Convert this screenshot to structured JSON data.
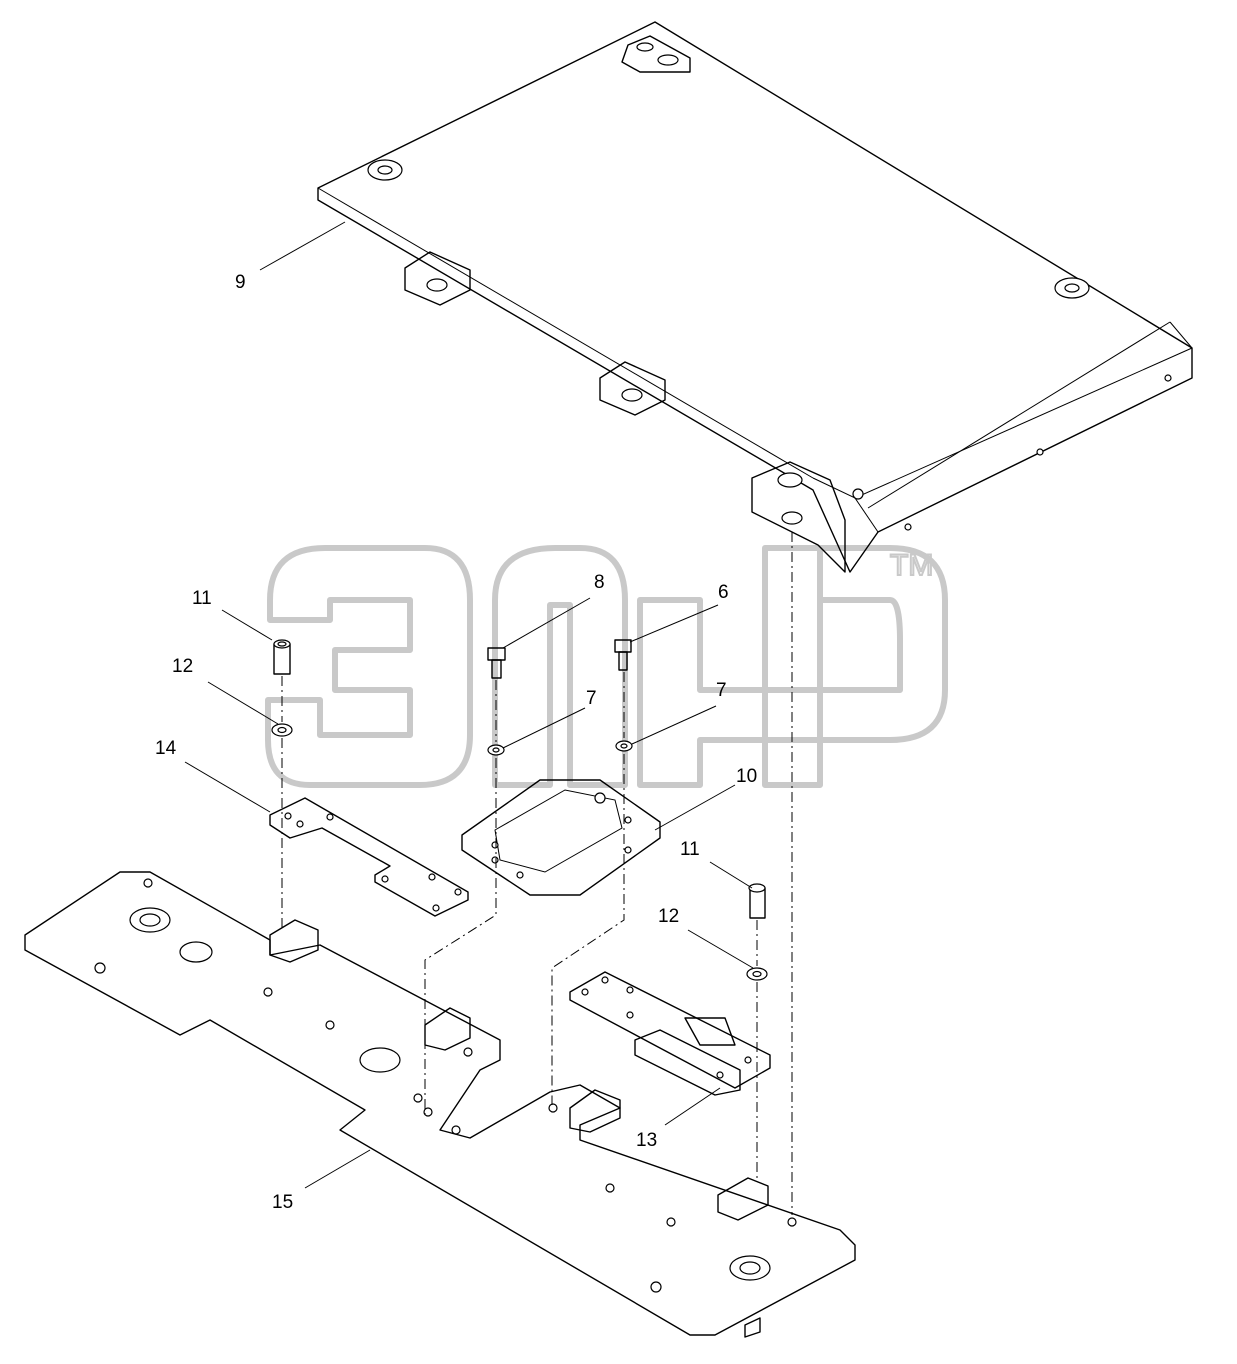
{
  "diagram": {
    "watermark": {
      "text": "TM"
    },
    "callouts": [
      {
        "id": "c9",
        "label": "9"
      },
      {
        "id": "c11a",
        "label": "11"
      },
      {
        "id": "c8",
        "label": "8"
      },
      {
        "id": "c6",
        "label": "6"
      },
      {
        "id": "c12a",
        "label": "12"
      },
      {
        "id": "c7a",
        "label": "7"
      },
      {
        "id": "c7b",
        "label": "7"
      },
      {
        "id": "c14",
        "label": "14"
      },
      {
        "id": "c10",
        "label": "10"
      },
      {
        "id": "c11b",
        "label": "11"
      },
      {
        "id": "c12b",
        "label": "12"
      },
      {
        "id": "c13",
        "label": "13"
      },
      {
        "id": "c15",
        "label": "15"
      }
    ]
  }
}
